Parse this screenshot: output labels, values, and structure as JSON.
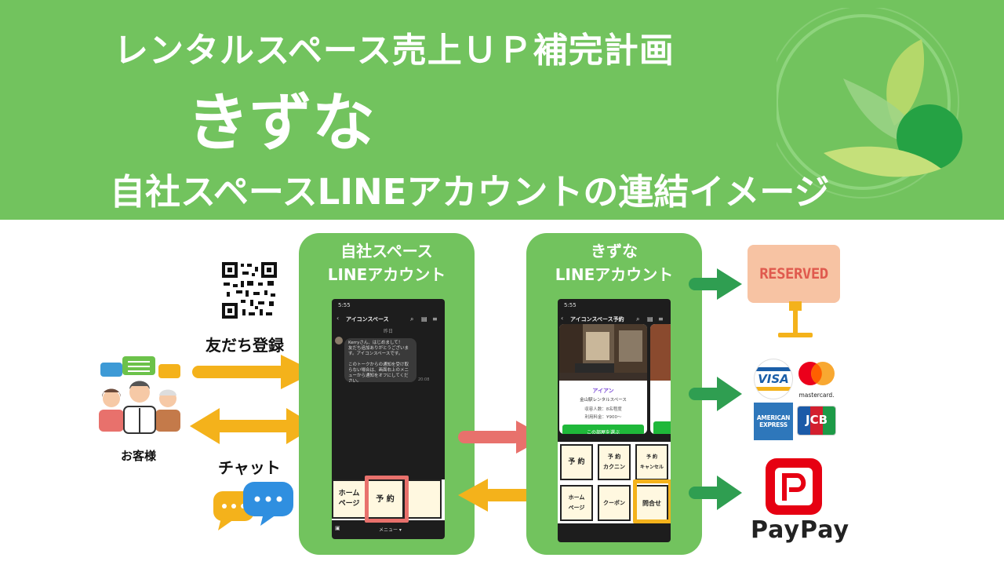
{
  "header": {
    "title_line1": "レンタルスペース売上ＵＰ補完計画",
    "title_line2": "きずな",
    "title_line3": "自社スペースLINEアカウントの連結イメージ"
  },
  "left_panel": {
    "title": "自社スペース\nLINEアカウント",
    "phone": {
      "time": "5:55",
      "account_name": "アイコンスペース",
      "date_label": "昨日",
      "message": "Kerryさん、はじめまして！\n友だち追加ありがとうございます。アイコンスペースです。\n\nこのトークからの通知を受け取らない場合は、画面右上のメニューから通知をオフにしてください。",
      "message_time": "20:08",
      "menu_items": [
        "ホーム\nページ",
        "予 約",
        ""
      ],
      "menu_label": "メニュー ▾"
    }
  },
  "right_panel": {
    "title": "きずな\nLINEアカウント",
    "phone": {
      "time": "5:55",
      "account_name": "アイコンスペース予約",
      "room_name": "アイアン",
      "room_sub": "金山駅レンタルスペース",
      "capacity": "収容人数：8名程度",
      "price": "利用料金：¥900〜",
      "select_button": "この部屋を選ぶ",
      "menu_items": [
        "予 約",
        "予 約\nカクニン",
        "予 約\nキャンセル",
        "ホーム\nページ",
        "クーポン",
        "問合せ"
      ]
    }
  },
  "left_side": {
    "customer_label": "お客様",
    "friend_label": "友だち登録",
    "chat_label": "チャット"
  },
  "results": {
    "reserved_sign": "RESERVED",
    "visa": "VISA",
    "mastercard": "mastercard.",
    "amex_line1": "AMERICAN",
    "amex_line2": "EXPRESS",
    "jcb": "JCB",
    "paypay": "PayPay"
  },
  "colors": {
    "green": "#72c35e",
    "orange_arrow": "#f4b21b",
    "red_arrow": "#e8716c",
    "dark_green_arrow": "#2f9e51",
    "highlight_red": "#e8716c",
    "highlight_orange": "#f4b21b"
  }
}
